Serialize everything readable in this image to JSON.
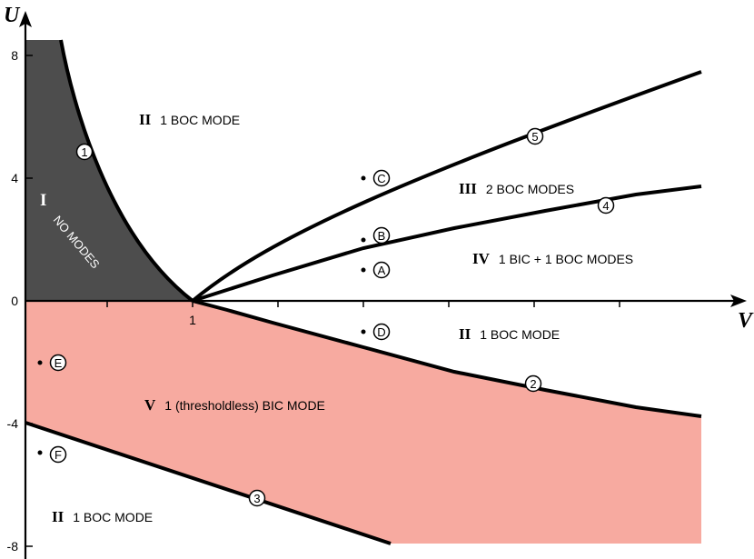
{
  "axes": {
    "y_label": "U",
    "x_label": "V",
    "y_ticks": [
      {
        "value": 8,
        "label": "8"
      },
      {
        "value": 4,
        "label": "4"
      },
      {
        "value": 0,
        "label": "0"
      },
      {
        "value": -4,
        "label": "-4"
      },
      {
        "value": -8,
        "label": "-8"
      }
    ],
    "x_tick_label": "1"
  },
  "colors": {
    "no_modes_region": "#4d4d4d",
    "bic_region": "#f7aaa0",
    "lines": "#000000"
  },
  "regions": [
    {
      "numeral": "II",
      "text": "1 BOC MODE"
    },
    {
      "numeral": "I",
      "text": "NO MODES"
    },
    {
      "numeral": "III",
      "text": "2 BOC MODES"
    },
    {
      "numeral": "IV",
      "text": "1 BIC + 1 BOC MODES"
    },
    {
      "numeral": "II",
      "text": "1 BOC MODE"
    },
    {
      "numeral": "V",
      "text": "1 (thresholdless) BIC MODE"
    },
    {
      "numeral": "II",
      "text": "1 BOC MODE"
    }
  ],
  "curves": [
    {
      "label": "1"
    },
    {
      "label": "2"
    },
    {
      "label": "3"
    },
    {
      "label": "4"
    },
    {
      "label": "5"
    }
  ],
  "points": [
    {
      "label": "A"
    },
    {
      "label": "B"
    },
    {
      "label": "C"
    },
    {
      "label": "D"
    },
    {
      "label": "E"
    },
    {
      "label": "F"
    }
  ]
}
